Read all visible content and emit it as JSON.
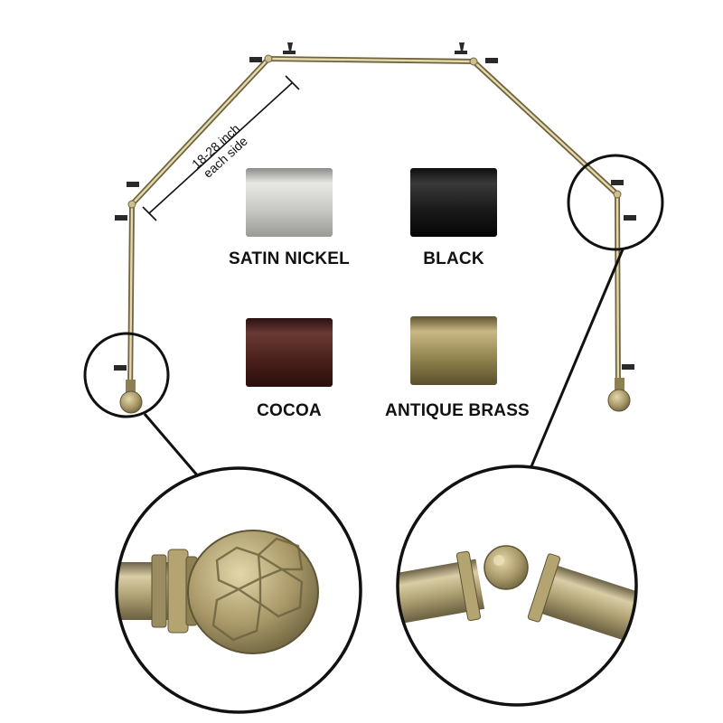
{
  "measurement": {
    "line1": "18-28 inch",
    "line2": "each side"
  },
  "finishes": [
    {
      "label": "SATIN NICKEL",
      "colors": [
        "#8c8c89",
        "#e7e7e4",
        "#c9c9c6",
        "#9a9a97"
      ]
    },
    {
      "label": "BLACK",
      "colors": [
        "#0d0d0d",
        "#3a3a3a",
        "#1a1a1a",
        "#050505"
      ]
    },
    {
      "label": "COCOA",
      "colors": [
        "#2a1210",
        "#6a3a34",
        "#4a201b",
        "#2a0f0c"
      ]
    },
    {
      "label": "ANTIQUE BRASS",
      "colors": [
        "#5e5330",
        "#c9b884",
        "#93854f",
        "#5a4f2c"
      ]
    }
  ],
  "colors": {
    "rod_light": "#d8c99a",
    "rod_mid": "#a89a6a",
    "rod_dark": "#6e6440",
    "bracket": "#2a2a2a",
    "finial": "#b3a270",
    "outline": "#111111"
  }
}
